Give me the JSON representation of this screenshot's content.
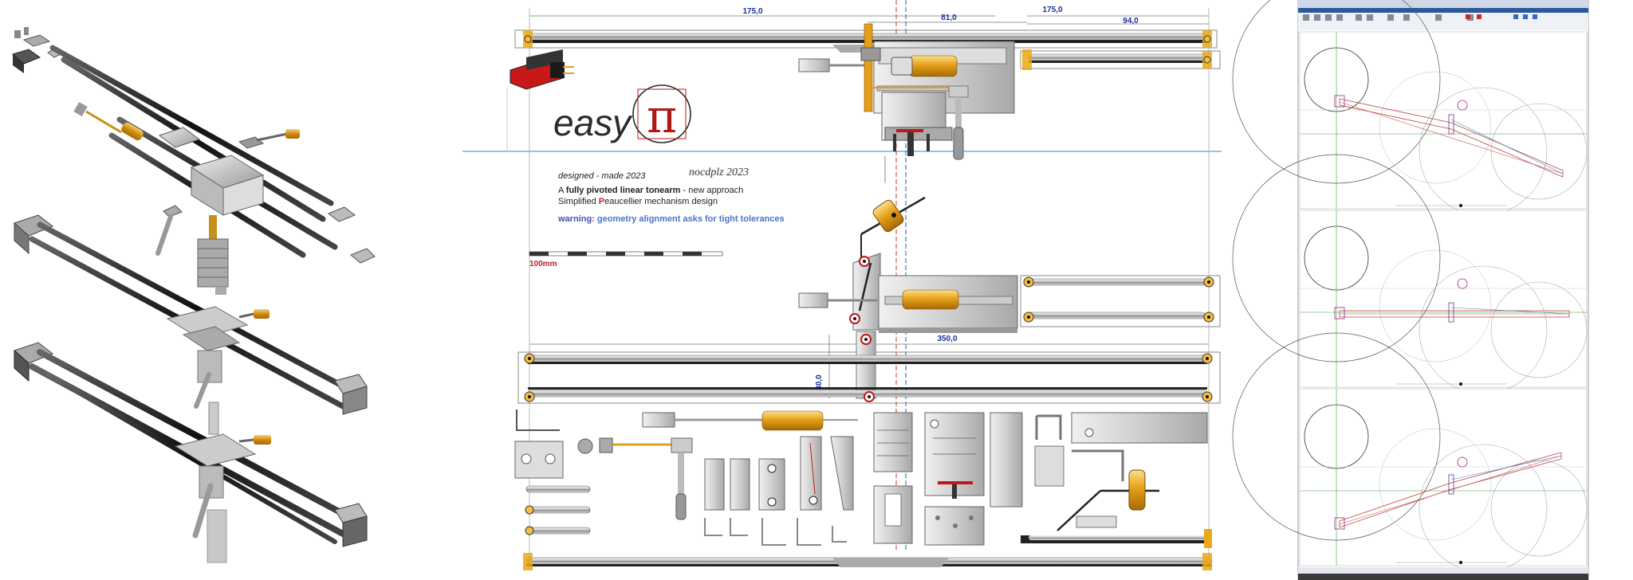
{
  "drawing": {
    "dimensions": {
      "top_left": "175,0",
      "top_center": "81,0",
      "top_right": "175,0",
      "top_far_right": "94,0",
      "middle": "350,0",
      "vertical": "30,0"
    },
    "scale_label": "100mm",
    "logo": {
      "word": "easy",
      "symbol": "π"
    },
    "designed_line": "designed - made 2023",
    "signature": "nocdplz 2023",
    "desc_line1": {
      "a": "A ",
      "bold": "fully pivoted linear tonearm",
      "rest": " - new approach"
    },
    "desc_line2": {
      "pre": "Simplified ",
      "red": "P",
      "rest": "eaucellier mechanism design"
    },
    "warning": {
      "label": "warning:",
      "text": " geometry alignment asks for tight tolerances"
    }
  },
  "colors": {
    "dimension": "#1c2e9c",
    "accent_red": "#b01818",
    "warning_blue": "#4a73c8",
    "brass": "#e0a020",
    "horizon": "#4aa3d8"
  },
  "icons": [
    "exploded-assembly-icon",
    "tonearm-rail-icon",
    "pivot-screw-icon",
    "cartridge-icon",
    "counterweight-icon"
  ]
}
